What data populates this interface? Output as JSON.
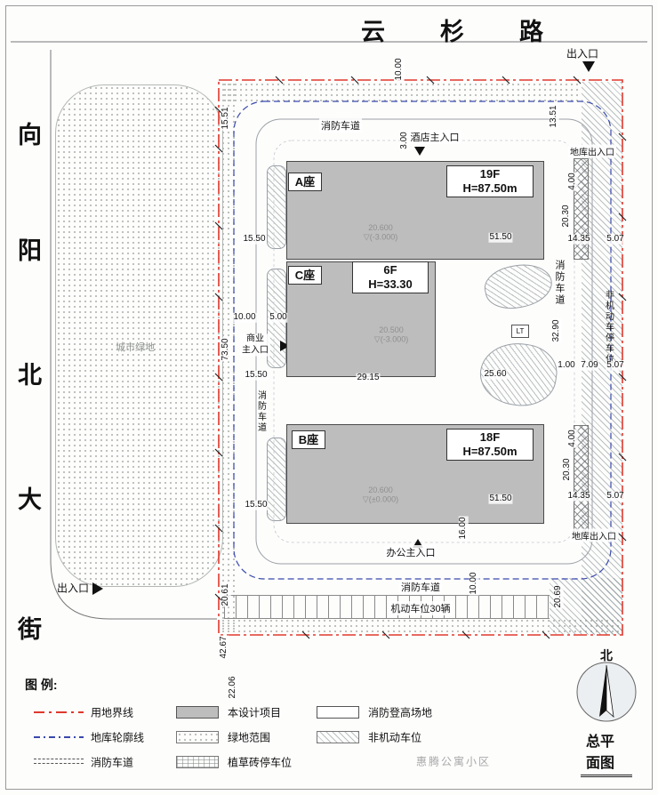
{
  "roads": {
    "top_name": "云杉路",
    "left_name_chars": [
      "向",
      "阳",
      "北",
      "大",
      "街"
    ]
  },
  "entrances": {
    "exit_top": "出入口",
    "exit_bottom": "出入口",
    "hotel": "酒店主入口",
    "business_line1": "商业",
    "business_line2": "主入口",
    "office": "办公主入口",
    "garage_top": "地库出入口",
    "garage_bottom": "地库出入口"
  },
  "lanes": {
    "fire_top": "消防车道",
    "fire_right": "消防车道",
    "fire_left": "消防车道",
    "fire_bottom": "消防车道",
    "motor_parking": "机动车位30辆",
    "nonmotor_parking": "非机动车停车位"
  },
  "areas": {
    "city_green": "城市绿地",
    "lt": "LT"
  },
  "buildings": [
    {
      "name": "A座",
      "floors": "19F",
      "height": "H=87.50m",
      "elev": "20.600",
      "datum": "▽(-3.000)"
    },
    {
      "name": "C座",
      "floors": "6F",
      "height": "H=33.30",
      "elev": "20.500",
      "datum": "▽(-3.000)"
    },
    {
      "name": "B座",
      "floors": "18F",
      "height": "H=87.50m",
      "elev": "20.600",
      "datum": "▽(±0.000)"
    }
  ],
  "dims": [
    "10.00",
    "15.51",
    "13.51",
    "3.00",
    "4.00",
    "20.30",
    "14.35",
    "5.07",
    "15.50",
    "51.50",
    "10.00",
    "5.00",
    "73.50",
    "15.50",
    "29.15",
    "25.60",
    "32.90",
    "1.00",
    "7.09",
    "5.07",
    "4.00",
    "20.30",
    "14.35",
    "5.07",
    "15.50",
    "51.50",
    "16.00",
    "10.00",
    "20.61",
    "20.69",
    "42.67",
    "22.06"
  ],
  "legend": {
    "title": "图 例:",
    "items": [
      {
        "label": "用地界线"
      },
      {
        "label": "地库轮廓线"
      },
      {
        "label": "消防车道"
      },
      {
        "label": "本设计项目"
      },
      {
        "label": "绿地范围"
      },
      {
        "label": "植草砖停车位"
      },
      {
        "label": "消防登高场地"
      },
      {
        "label": "非机动车位"
      }
    ]
  },
  "compass": {
    "north": "北"
  },
  "title_block": {
    "title": "总平面图"
  },
  "watermark": "惠腾公寓小区",
  "colors": {
    "boundary_red": "#e0392e",
    "basement_blue": "#3949ab",
    "building_gray": "#bdbdbd"
  }
}
